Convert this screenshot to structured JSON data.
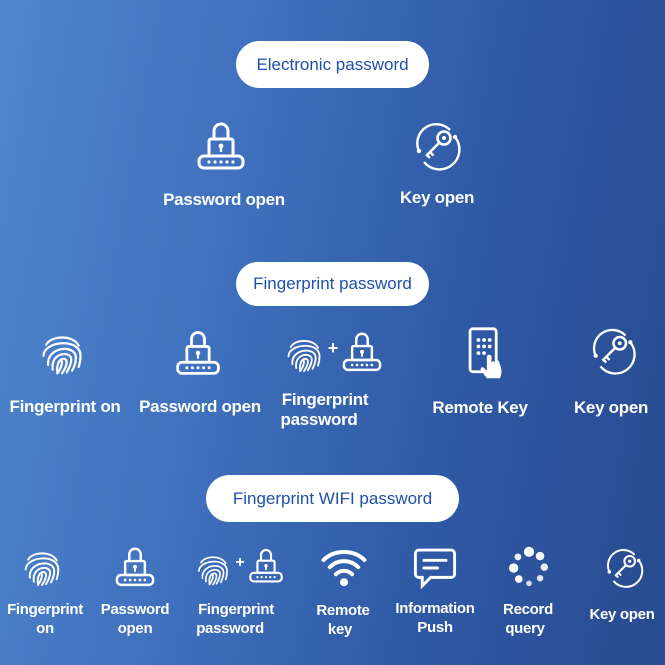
{
  "sections": {
    "electronic": {
      "title": "Electronic password",
      "items": [
        {
          "label": "Password open",
          "icon": "lock-keypad-icon"
        },
        {
          "label": "Key open",
          "icon": "key-circle-icon"
        }
      ]
    },
    "fingerprint": {
      "title": "Fingerprint password",
      "items": [
        {
          "label": "Fingerprint on",
          "icon": "fingerprint-icon"
        },
        {
          "label": "Password open",
          "icon": "lock-keypad-icon"
        },
        {
          "label_line1": "Fingerprint",
          "label_line2": "password",
          "icon": "fingerprint-plus-lock-icon"
        },
        {
          "label": "Remote Key",
          "icon": "phone-keypad-icon"
        },
        {
          "label": "Key open",
          "icon": "key-circle-icon"
        }
      ]
    },
    "wifi": {
      "title": "Fingerprint WIFI password",
      "items": [
        {
          "label_line1": "Fingerprint",
          "label_line2": "on",
          "icon": "fingerprint-icon"
        },
        {
          "label_line1": "Password",
          "label_line2": "open",
          "icon": "lock-keypad-icon"
        },
        {
          "label_line1": "Fingerprint",
          "label_line2": "password",
          "icon": "fingerprint-plus-lock-icon"
        },
        {
          "label_line1": "Remote",
          "label_line2": "key",
          "icon": "wifi-icon"
        },
        {
          "label_line1": "Information",
          "label_line2": "Push",
          "icon": "message-icon"
        },
        {
          "label_line1": "Record",
          "label_line2": "query",
          "icon": "dots-circle-icon"
        },
        {
          "label": "Key open",
          "icon": "key-circle-icon"
        }
      ]
    }
  },
  "colors": {
    "pill_text": "#1f4fa8",
    "pill_bg": "#ffffff",
    "icon": "#ffffff"
  }
}
